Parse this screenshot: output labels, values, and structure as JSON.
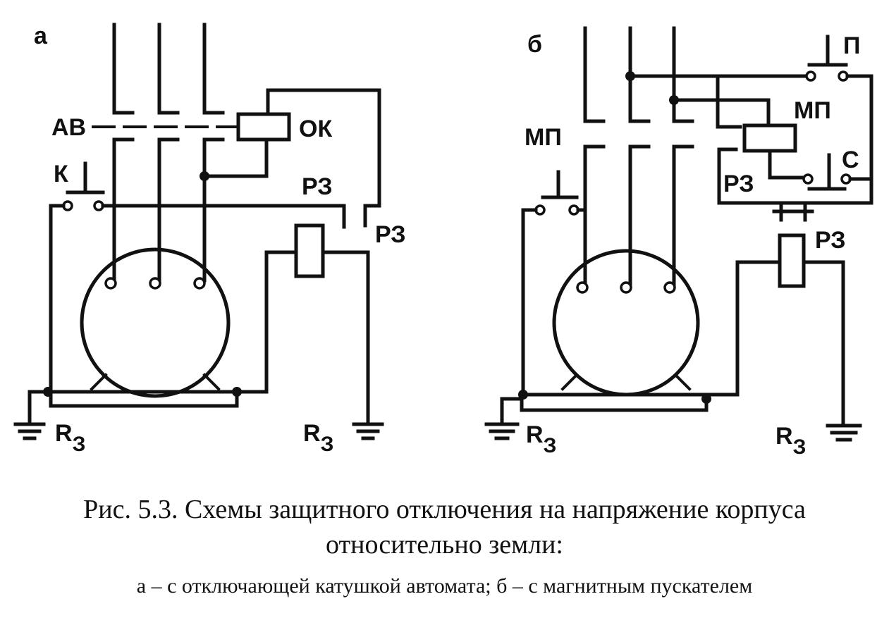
{
  "diagram_a": {
    "panel_label": "а",
    "breaker_label": "АВ",
    "button_label": "К",
    "trip_coil_label": "ОК",
    "relay_contact_label": "РЗ",
    "relay_coil_label": "РЗ",
    "ground_left_label": "R",
    "ground_left_sub": "З",
    "ground_right_label": "R",
    "ground_right_sub": "З"
  },
  "diagram_b": {
    "panel_label": "б",
    "starter_contacts_label": "МП",
    "start_button_label": "П",
    "starter_coil_label": "МП",
    "stop_button_label": "С",
    "relay_contact_label": "РЗ",
    "relay_coil_label": "РЗ",
    "ground_left_label": "R",
    "ground_left_sub": "З",
    "ground_right_label": "R",
    "ground_right_sub": "З"
  },
  "caption": {
    "title_line1": "Рис. 5.3. Схемы защитного отключения на напряжение корпуса",
    "title_line2": "относительно земли:",
    "legend": "а – с отключающей катушкой автомата; б – с магнитным пускателем"
  }
}
